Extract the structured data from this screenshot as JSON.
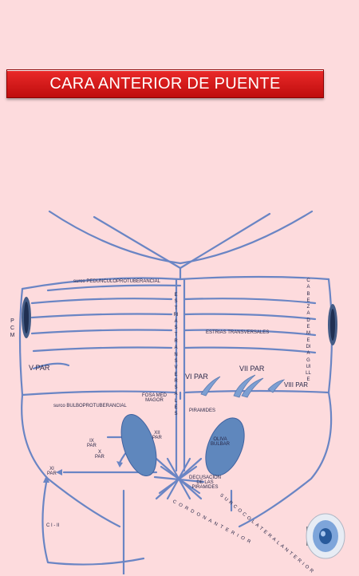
{
  "title": "CARA ANTERIOR DE PUENTE",
  "labels": {
    "surco_pedunculoprotuberancial": "surco PEDUNCULOPROTUBERANCIAL",
    "estrias_vertical": "ESTRIASTRANSVERSALES",
    "cabeza_vertical": "CABEZADEMEDIAGUILLE",
    "pcm": "PCM",
    "estrias_transversales": "ESTRIAS TRANSVERSALES",
    "v_par": "V PAR",
    "vii_par": "VII PAR",
    "vi_par": "VI PAR",
    "viii_par": "VIII PAR",
    "fosa_media": "FOSA MED\nMAGOR",
    "surco_bulboprotuberancial": "surco BULBOPROTUBERANCIAL",
    "piramides": "PIRAMIDES",
    "xii_par": "XII\nPAR",
    "oliva_bulbar": "OLIVA\nBULBAR",
    "ix_par": "IX\nPAR",
    "x_par": "X\nPAR",
    "xi_par": "XI\nPAR",
    "decusacion": "DECUSACION\nDE LAS\nPIRAMIDES",
    "c1": "C I - II",
    "diagonal_1": "CORDONANTERIOR",
    "diagonal_2": "SURCOCOLATERALANTERIOR"
  },
  "icons": {
    "audio": "speaker-icon"
  },
  "colors": {
    "background": "#fddbdd",
    "title_bar": "#d81b1b",
    "line": "#6a85c4",
    "olive": "#5f87bd"
  }
}
